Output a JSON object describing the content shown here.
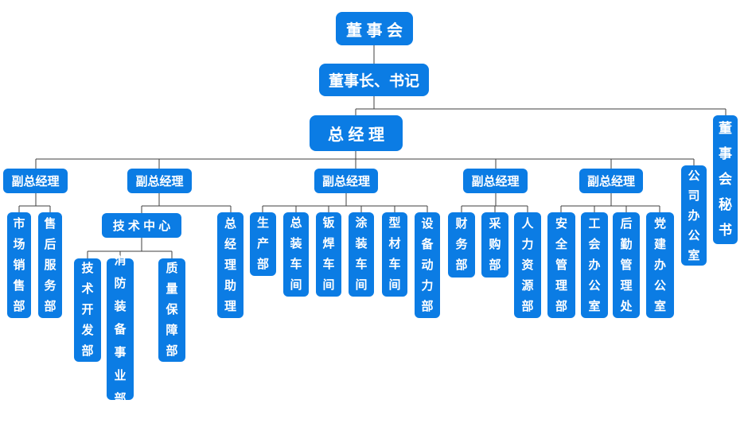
{
  "colors": {
    "node_fill": "#0b7ce4",
    "node_text": "#ffffff",
    "connector": "#3f3f3f",
    "background": "#ffffff"
  },
  "nodes": {
    "board": {
      "label": "董 事 会"
    },
    "chairman": {
      "label": "董事长、书记"
    },
    "general_manager": {
      "label": "总 经 理"
    },
    "board_secretary": {
      "label": "董事会秘书"
    },
    "company_office": {
      "label": "公司办公室"
    },
    "deputy_gm_1": {
      "label": "副总经理"
    },
    "deputy_gm_2": {
      "label": "副总经理"
    },
    "deputy_gm_3": {
      "label": "副总经理"
    },
    "deputy_gm_4": {
      "label": "副总经理"
    },
    "deputy_gm_5": {
      "label": "副总经理"
    },
    "marketing_sales": {
      "label": "市场销售部"
    },
    "after_sales_service": {
      "label": "售后服务部"
    },
    "tech_center": {
      "label": "技 术 中 心"
    },
    "gm_assistant": {
      "label": "总经理助理"
    },
    "tech_development": {
      "label": "技术开发部"
    },
    "fire_equipment_division": {
      "label": "消防装备事业部"
    },
    "quality_assurance": {
      "label": "质量保障部"
    },
    "production": {
      "label": "生产部"
    },
    "final_assembly_workshop": {
      "label": "总装车间"
    },
    "sheet_metal_welding_workshop": {
      "label": "钣焊车间"
    },
    "painting_workshop": {
      "label": "涂装车间"
    },
    "profile_workshop": {
      "label": "型材车间"
    },
    "equipment_power": {
      "label": "设备动力部"
    },
    "finance": {
      "label": "财务部"
    },
    "purchasing": {
      "label": "采购部"
    },
    "human_resources": {
      "label": "人力资源部"
    },
    "safety_management": {
      "label": "安全管理部"
    },
    "union_office": {
      "label": "工会办公室"
    },
    "logistics_management": {
      "label": "后勤管理处"
    },
    "party_building_office": {
      "label": "党建办公室"
    }
  }
}
